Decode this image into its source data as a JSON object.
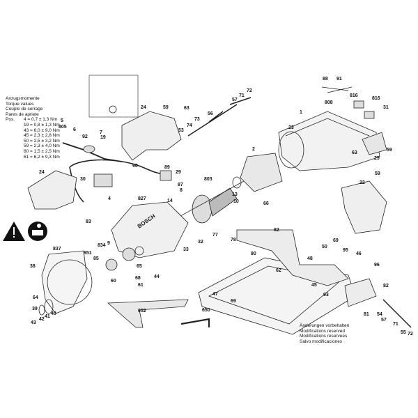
{
  "torque": {
    "headings": [
      "Anzugsmomente",
      "Torque values",
      "Couple de serrage",
      "Pares de apriete"
    ],
    "pos_label": "Pos.",
    "values": [
      "4 = 0,7 ± 1,3 Nm",
      "19 = 0,8 ± 1,3 Nm",
      "43 = 6,0 ± 9,0 Nm",
      "45 = 2,3 ± 2,8 Nm",
      "50 = 2,5 ± 3,2 Nm",
      "59 = 2,3 ± 4,0 Nm",
      "60 = 1,5 ± 2,5 Nm",
      "61 = 6,2 ± 9,3 Nm"
    ]
  },
  "notice": [
    "Änderungen vorbehalten",
    "Modifications reserved",
    "Modifications reservees",
    "Salvo modificaciones"
  ],
  "brand_on_guard": "BOSCH",
  "part_labels": [
    "88",
    "91",
    "816",
    "808",
    "816",
    "31",
    "1",
    "23",
    "63",
    "25",
    "59",
    "72",
    "71",
    "57",
    "56",
    "73",
    "74",
    "53",
    "63",
    "59",
    "24",
    "5",
    "805",
    "6",
    "92",
    "7",
    "19",
    "24",
    "30",
    "90",
    "89",
    "29",
    "87",
    "8",
    "2",
    "803",
    "13",
    "10",
    "66",
    "59",
    "22",
    "827",
    "4",
    "83",
    "837",
    "14",
    "77",
    "32",
    "33",
    "9",
    "834",
    "651",
    "85",
    "65",
    "60",
    "68",
    "61",
    "44",
    "38",
    "64",
    "39",
    "43",
    "42",
    "41",
    "40",
    "78",
    "82",
    "80",
    "62",
    "48",
    "50",
    "69",
    "95",
    "46",
    "45",
    "93",
    "47",
    "69",
    "652",
    "650",
    "96",
    "82",
    "81",
    "54",
    "57",
    "71",
    "55",
    "72"
  ],
  "icons": [
    "warning-icon",
    "read-manual-icon"
  ]
}
